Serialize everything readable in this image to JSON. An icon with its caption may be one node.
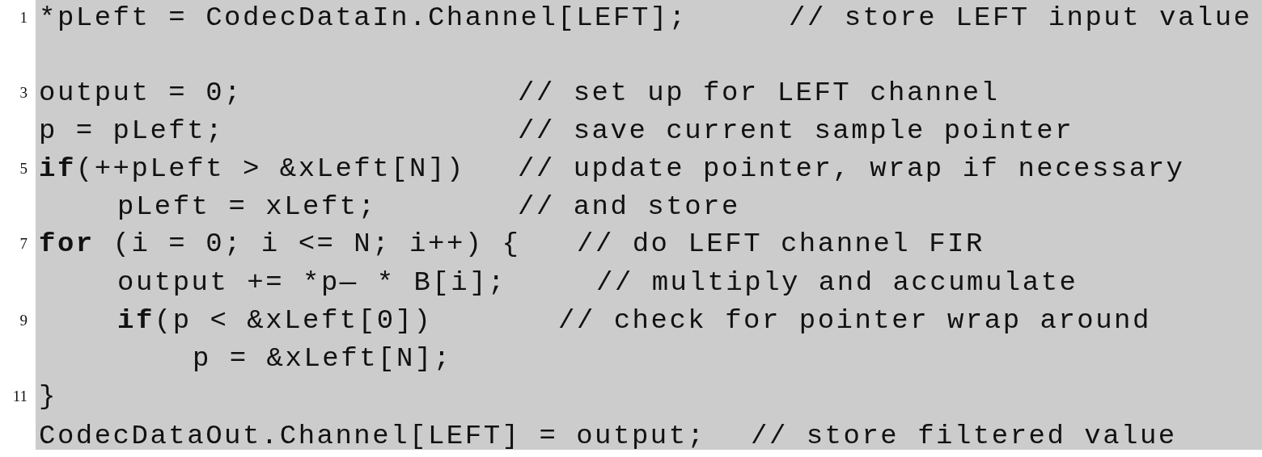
{
  "diagram": {
    "labels": [
      "1",
      "*pLeft = CodecDataIn.Channel[LEFT];",
      "// store LEFT input value",
      "3",
      "output = 0;",
      "// set up for LEFT channel",
      "p = pLeft;",
      "// save current sample pointer",
      "5",
      "**if**(++pLeft > &xLeft[N])",
      "// update pointer, wrap if necessary",
      "pLeft = xLeft;",
      "// and store",
      "7",
      "**for** (i = 0; i <= N; i++) {",
      "// do LEFT channel FIR",
      "output += *p— * B[i];",
      "// multiply and accumulate",
      "9",
      "**if**(p < &xLeft[0])",
      "// check for pointer wrap around",
      "p = &xLeft[N];",
      "11",
      "}",
      "CodecDataOut.Channel[LEFT] = output;",
      "// store filtered value"
    ]
  }
}
